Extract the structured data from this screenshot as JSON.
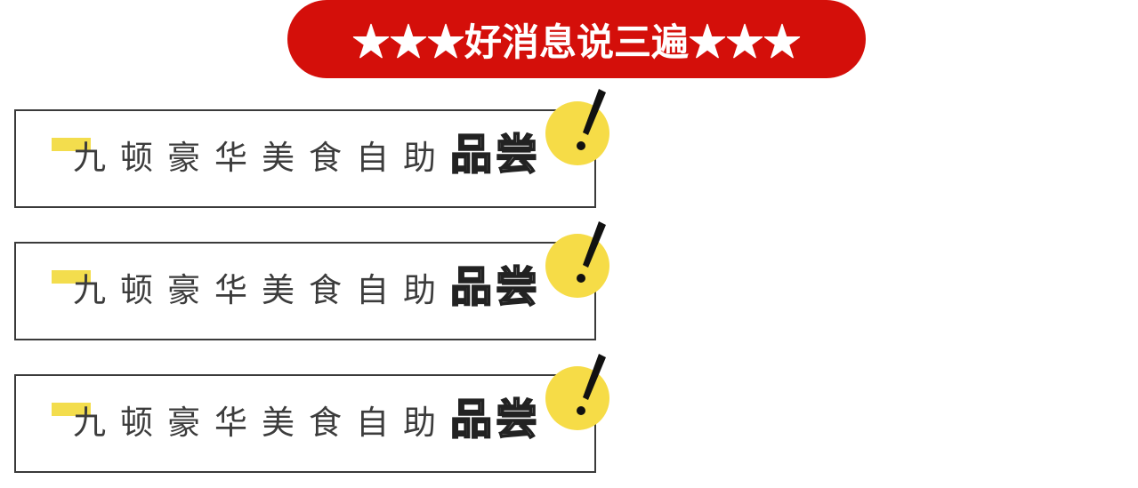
{
  "banner": {
    "text": "★★★好消息说三遍★★★"
  },
  "cards": [
    {
      "title": "九顿豪华美食自助",
      "highlight": "品尝"
    },
    {
      "title": "九顿豪华美食自助",
      "highlight": "品尝"
    },
    {
      "title": "九顿豪华美食自助",
      "highlight": "品尝"
    }
  ],
  "colors": {
    "banner_red": "#d40f0a",
    "accent_yellow": "#f3dd4d",
    "border_dark": "#3a3a3a"
  },
  "icons": {
    "badge": "exclamation-icon"
  }
}
